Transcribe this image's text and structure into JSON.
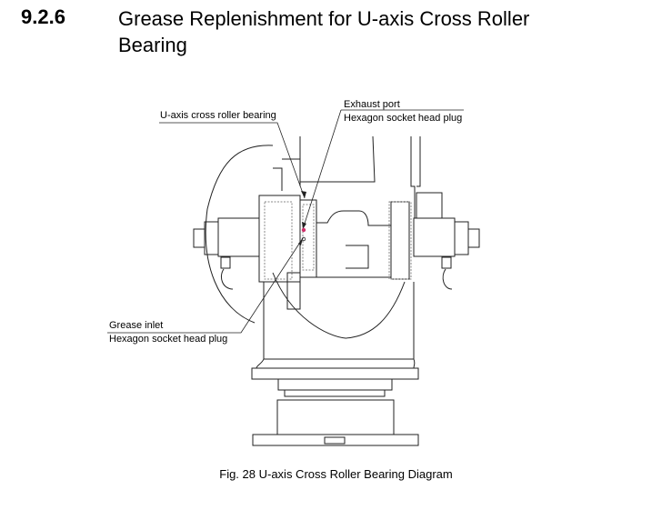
{
  "section": {
    "number": "9.2.6",
    "title_line1": "Grease Replenishment for U-axis Cross Roller",
    "title_line2": "Bearing"
  },
  "figure": {
    "caption": "Fig. 28  U-axis Cross Roller Bearing Diagram",
    "callouts": {
      "bearing": "U-axis cross roller bearing",
      "exhaust_line1": "Exhaust port",
      "exhaust_line2": "Hexagon socket head plug",
      "inlet_line1": "Grease inlet",
      "inlet_line2": "Hexagon socket head plug"
    },
    "colors": {
      "line": "#222222",
      "dashed": "#888888",
      "exhaust_marker": "#d0306a"
    }
  }
}
